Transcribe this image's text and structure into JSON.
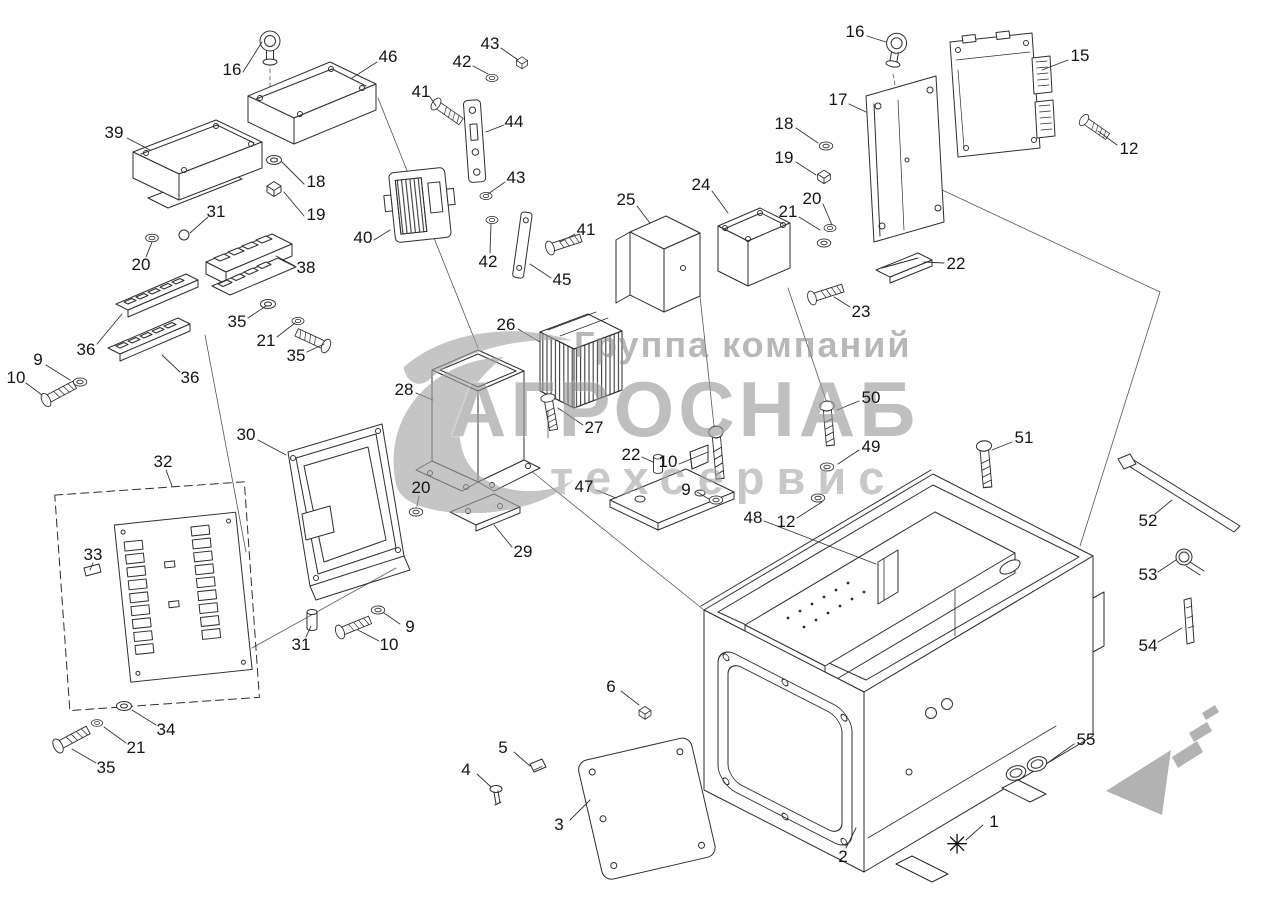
{
  "drawing": {
    "type": "exploded-parts-diagram",
    "footnote_symbol": "✳"
  },
  "watermark": {
    "line1": "Группа компаний",
    "line2": "АГРОСНАБ",
    "line3": "техсервис"
  },
  "colors": {
    "line": "#2e2e2e",
    "watermark_text": "#9a9a9a",
    "direction_arrow": "#a5a5a5",
    "background": "#ffffff"
  },
  "callouts": [
    "16",
    "46",
    "43",
    "42",
    "41",
    "44",
    "39",
    "18",
    "19",
    "43",
    "40",
    "31",
    "20",
    "38",
    "42",
    "41",
    "45",
    "35",
    "21",
    "35",
    "36",
    "9",
    "10",
    "36",
    "25",
    "24",
    "21",
    "20",
    "23",
    "22",
    "16",
    "17",
    "18",
    "19",
    "15",
    "12",
    "26",
    "28",
    "27",
    "22",
    "10",
    "9",
    "47",
    "50",
    "49",
    "48",
    "12",
    "51",
    "30",
    "32",
    "20",
    "33",
    "29",
    "31",
    "9",
    "10",
    "34",
    "21",
    "35",
    "6",
    "5",
    "4",
    "3",
    "2",
    "1",
    "55",
    "52",
    "53",
    "54"
  ]
}
